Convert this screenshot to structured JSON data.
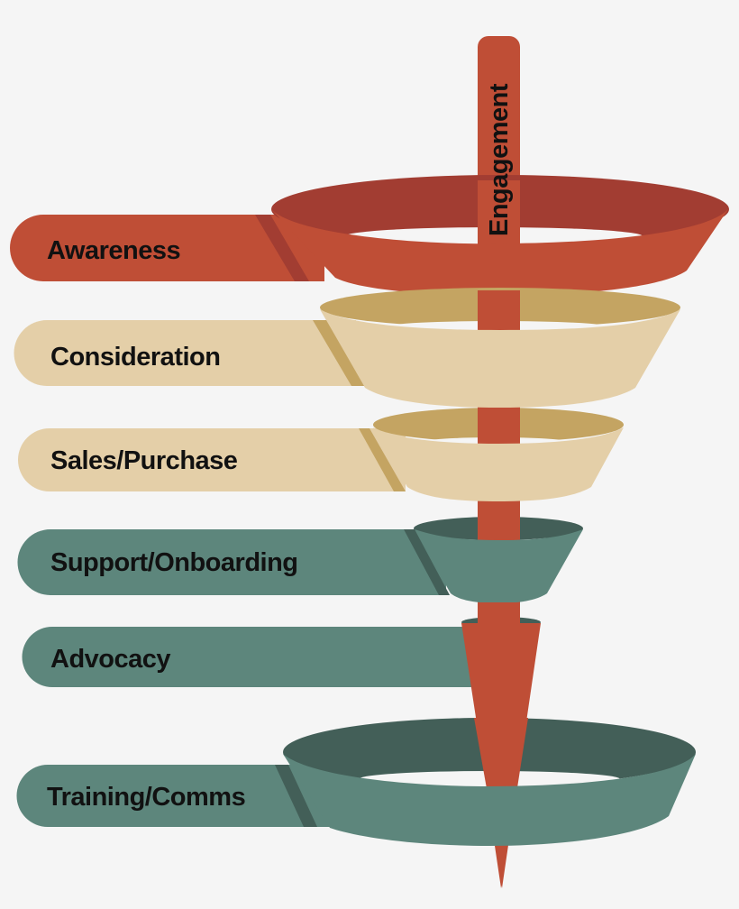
{
  "diagram": {
    "type": "engagement-funnel",
    "axis_label": "Engagement",
    "stages": [
      {
        "label": "Awareness",
        "color": "#bf4e36",
        "shade": "#a23d32"
      },
      {
        "label": "Consideration",
        "color": "#e4cfa8",
        "shade": "#c4a462"
      },
      {
        "label": "Sales/Purchase",
        "color": "#e4cfa8",
        "shade": "#c4a462"
      },
      {
        "label": "Support/Onboarding",
        "color": "#5d867c",
        "shade": "#435f58"
      },
      {
        "label": "Advocacy",
        "color": "#5d867c",
        "shade": "#435f58"
      },
      {
        "label": "Training/Comms",
        "color": "#5d867c",
        "shade": "#435f58"
      }
    ],
    "arrow_color": "#bf4e36",
    "background": "#f5f5f5"
  }
}
